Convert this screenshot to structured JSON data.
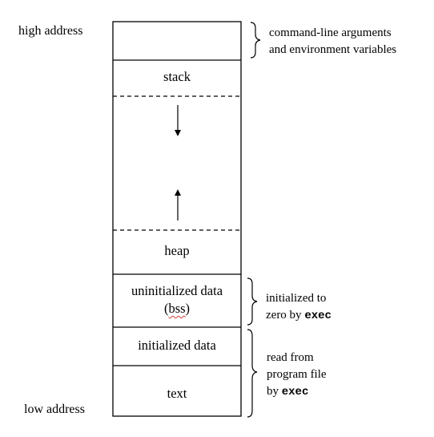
{
  "left_labels": {
    "high": "high address",
    "low": "low address"
  },
  "segments": {
    "stack": "stack",
    "heap": "heap",
    "bss_line1": "uninitialized data",
    "bss_line2": "(bss)",
    "data": "initialized data",
    "text": "text"
  },
  "notes": {
    "args_line1": "command-line arguments",
    "args_line2": "and environment variables",
    "bss_line1": "initialized to",
    "bss_line2_prefix": "zero by ",
    "bss_line2_code": "exec",
    "file_line1": "read from",
    "file_line2": "program file",
    "file_line3_prefix": "by ",
    "file_line3_code": "exec"
  }
}
